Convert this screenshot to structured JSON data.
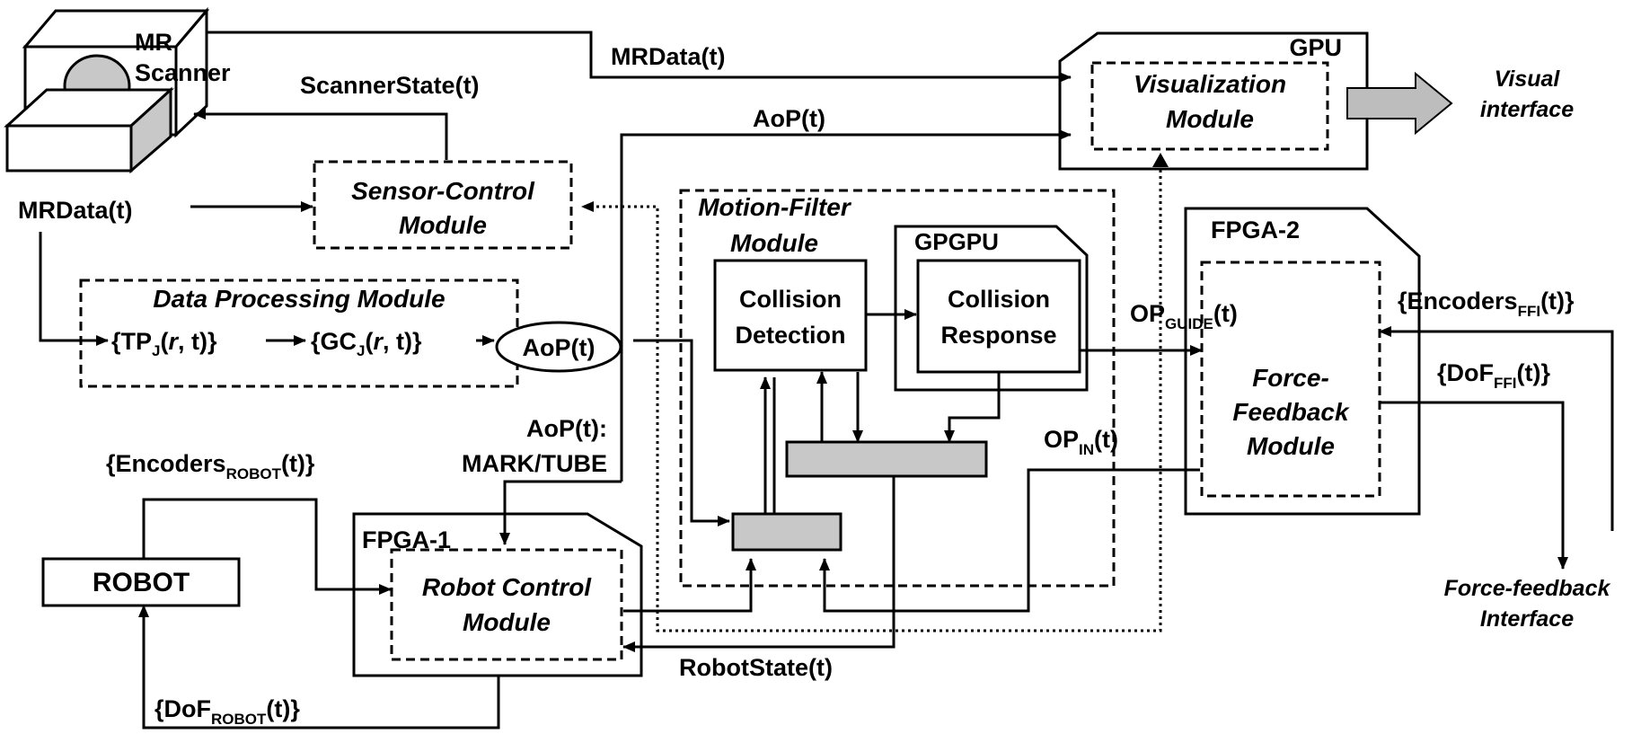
{
  "labels": {
    "mr_scanner_l1": "MR",
    "mr_scanner_l2": "Scanner",
    "mrdata_top": "MRData(t)",
    "scanner_state": "ScannerState(t)",
    "aop_top": "AoP(t)",
    "gpu": "GPU",
    "visualization_l1": "Visualization",
    "visualization_l2": "Module",
    "visual_interface_l1": "Visual",
    "visual_interface_l2": "interface",
    "mrdata_left": "MRData(t)",
    "sensor_control_l1": "Sensor-Control",
    "sensor_control_l2": "Module",
    "data_processing": "Data Processing Module",
    "tp_main": "{TP",
    "tp_sub": "J",
    "tp_args_open": "(",
    "tp_r": "r",
    "tp_args_close": ", t)}",
    "gc_main": "{GC",
    "gc_sub": "J",
    "gc_args_open": "(",
    "gc_r": "r",
    "gc_args_close": ", t)}",
    "aop_ellipse": "AoP(t)",
    "motion_filter_l1": "Motion-Filter",
    "motion_filter_l2": "Module",
    "gpgpu": "GPGPU",
    "collision_detection_l1": "Collision",
    "collision_detection_l2": "Detection",
    "collision_response_l1": "Collision",
    "collision_response_l2": "Response",
    "fpga2": "FPGA-2",
    "op_guide_main": "OP",
    "op_guide_sub": "GUIDE",
    "op_guide_tail": "(t)",
    "encoders_ffi_main": "{Encoders",
    "encoders_ffi_sub": "FFI",
    "encoders_ffi_tail": "(t)}",
    "dof_ffi_main": "{DoF",
    "dof_ffi_sub": "FFI",
    "dof_ffi_tail": "(t)}",
    "force_feedback_l1": "Force-",
    "force_feedback_l2": "Feedback",
    "force_feedback_l3": "Module",
    "aop_mark_l1": "AoP(t):",
    "aop_mark_l2": "MARK/TUBE",
    "op_in_main": "OP",
    "op_in_sub": "IN",
    "op_in_tail": "(t)",
    "encoders_robot_main": "{Encoders",
    "encoders_robot_sub": "ROBOT",
    "encoders_robot_tail": "(t)}",
    "robot": "ROBOT",
    "fpga1": "FPGA-1",
    "robot_control_l1": "Robot Control",
    "robot_control_l2": "Module",
    "robot_state": "RobotState(t)",
    "dof_robot_main": "{DoF",
    "dof_robot_sub": "ROBOT",
    "dof_robot_tail": "(t)}",
    "ff_interface_l1": "Force-feedback",
    "ff_interface_l2": "Interface"
  }
}
